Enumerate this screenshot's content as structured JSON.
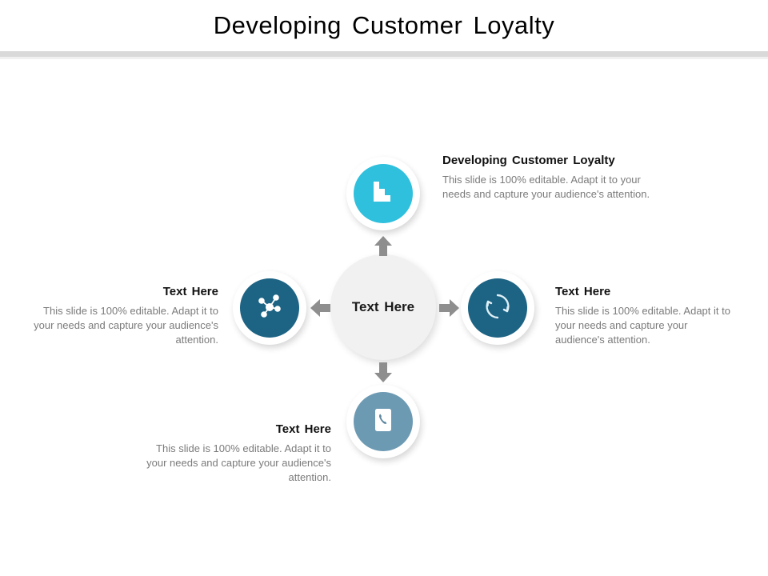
{
  "slide": {
    "title": "Developing Customer Loyalty"
  },
  "hub": {
    "label": "Text Here"
  },
  "body_text": "This slide is 100% editable. Adapt it to your needs and capture your audience's attention.",
  "nodes": [
    {
      "position": "top",
      "icon": "stairs-icon",
      "color": "#2ec0dd",
      "heading": "Developing Customer Loyalty",
      "body": "This slide is 100% editable. Adapt it to your needs and capture your audience's attention."
    },
    {
      "position": "right",
      "icon": "refresh-cycle-icon",
      "color": "#1d6384",
      "heading": "Text Here",
      "body": "This slide is 100% editable. Adapt it to your needs and capture your audience's attention."
    },
    {
      "position": "left",
      "icon": "network-nodes-icon",
      "color": "#1d6384",
      "heading": "Text Here",
      "body": "This slide is 100% editable. Adapt it to your needs and capture your audience's attention."
    },
    {
      "position": "bottom",
      "icon": "phone-icon",
      "color": "#6d9ab3",
      "heading": "Text Here",
      "body": "This slide is 100% editable. Adapt it to your needs and capture your audience's attention."
    }
  ],
  "arrows": [
    {
      "name": "arrow-up-icon",
      "direction": "up"
    },
    {
      "name": "arrow-down-icon",
      "direction": "down"
    },
    {
      "name": "arrow-left-icon",
      "direction": "left"
    },
    {
      "name": "arrow-right-icon",
      "direction": "right"
    }
  ],
  "colors": {
    "accent_cyan": "#2ec0dd",
    "accent_teal": "#1d6384",
    "accent_steel": "#6d9ab3",
    "hub_gray": "#f1f1f1",
    "divider_gray": "#d9d9d9",
    "body_text_gray": "#7b7b7b",
    "arrow_gray": "#8e8e8e"
  }
}
